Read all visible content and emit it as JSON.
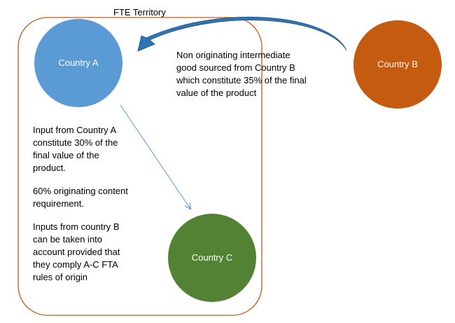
{
  "territory": {
    "title": "FTE Territory",
    "border_color": "#c55a11"
  },
  "countries": {
    "a": {
      "label": "Country A",
      "color": "#5b9bd5"
    },
    "b": {
      "label": "Country B",
      "color": "#c55a11"
    },
    "c": {
      "label": "Country C",
      "color": "#548235"
    }
  },
  "flows": {
    "b_to_a": {
      "color": "#2e75b6"
    },
    "a_to_c": {
      "color": "#5b9bd5"
    }
  },
  "notes": {
    "intermediate": "Non originating intermediate\ngood sourced from Country B\nwhich constitute 35% of the final\nvalue of the product",
    "input_a": "Input from Country A\nconstitute 30% of the\nfinal value of the\nproduct.",
    "requirement": "60% originating content\nrequirement.",
    "inputs_b": "Inputs from country B\ncan be taken into\naccount provided that\nthey comply A-C FTA\nrules of origin"
  }
}
